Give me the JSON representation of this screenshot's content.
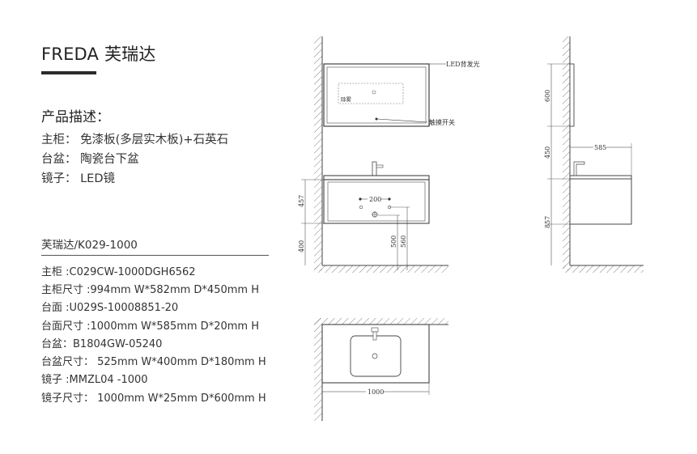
{
  "title": "FREDA 芙瑞达",
  "description": {
    "heading": "产品描述：",
    "lines": [
      "主柜：  免漆板(多层实木板)+石英石",
      "台盆：  陶瓷台下盆",
      "镜子：  LED镜"
    ]
  },
  "model": "芙瑞达/K029-1000",
  "specs": [
    "主柜 :C029CW-1000DGH6562",
    "主柜尺寸 :994mm W*582mm D*450mm H",
    "台面 :U029S-10008851-20",
    "台面尺寸 :1000mm W*585mm D*20mm H",
    "台盆：B1804GW-05240",
    "台盆尺寸：  525mm W*400mm D*180mm H",
    "镜子 :MMZL04 -1000",
    "镜子尺寸：  1000mm W*25mm D*600mm H"
  ],
  "drawing": {
    "front": {
      "led_label": "LED背发光",
      "mirror_text": "除雾",
      "touch_label": "触摸开关",
      "dims": {
        "d200": "200",
        "d457": "457",
        "d400": "400",
        "d500": "500",
        "d560": "560"
      }
    },
    "side": {
      "dims": {
        "d600": "600",
        "d450": "450",
        "d857": "857",
        "d585": "585"
      }
    },
    "top": {
      "dims": {
        "d1000": "1000"
      }
    }
  }
}
